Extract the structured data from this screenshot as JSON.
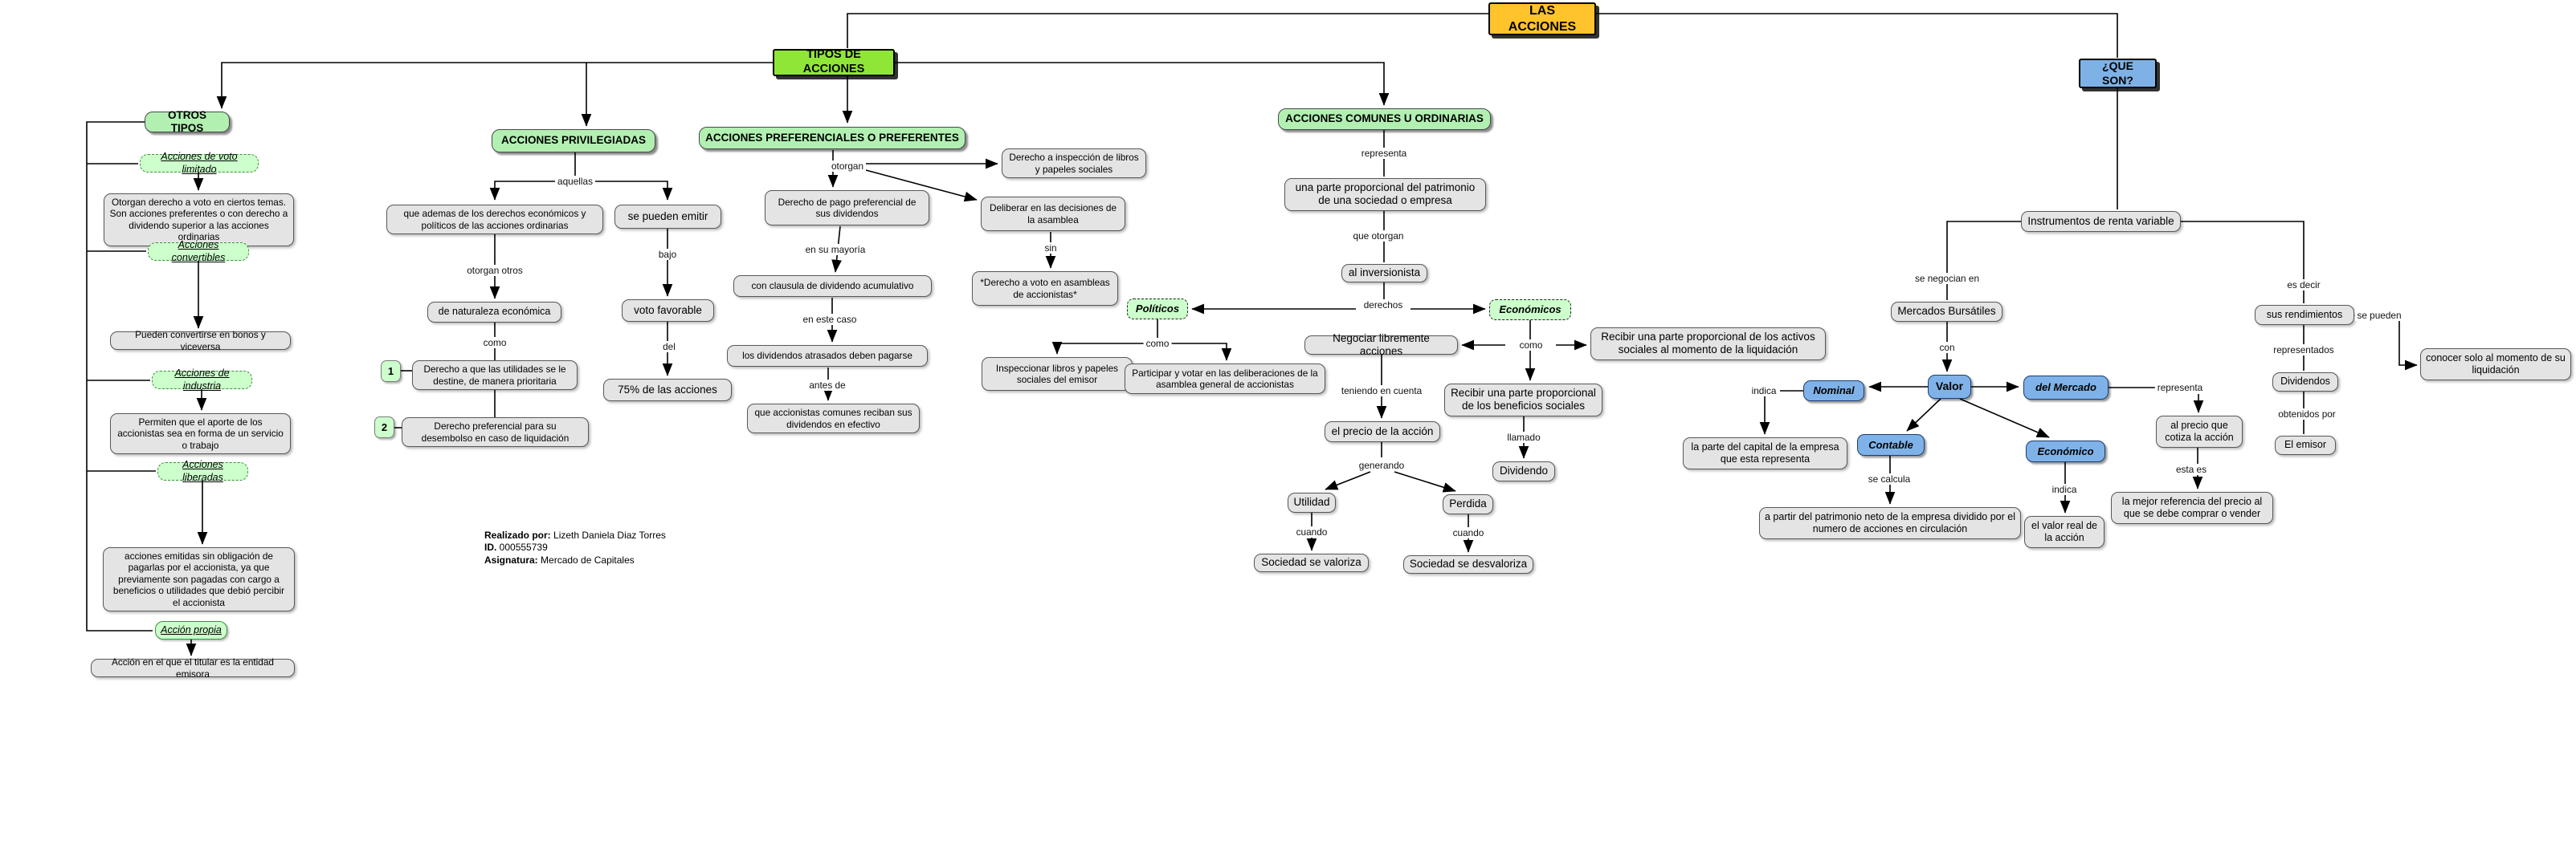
{
  "nodes": {
    "las_acciones": "LAS ACCIONES",
    "tipos": "TIPOS DE ACCIONES",
    "que_son": "¿QUE SON?",
    "otros_tipos": "OTROS TIPOS",
    "acc_privilegiadas": "ACCIONES PRIVILEGIADAS",
    "acc_preferenciales": "ACCIONES PREFERENCIALES O PREFERENTES",
    "acc_comunes": "ACCIONES COMUNES U ORDINARIAS",
    "voto_limitado": "Acciones de voto limitado",
    "otorgan_voto": "Otorgan derecho a voto en ciertos temas. Son acciones preferentes o con derecho a dividendo superior a las acciones ordinarias",
    "convertibles": "Acciones convertibles",
    "pueden_convertirse": "Pueden convertirse en bonos y viceversa",
    "industria": "Acciones de industria",
    "permiten_aporte": "Permiten que el aporte de los accionistas sea en forma de un servicio o trabajo",
    "liberadas": "Acciones liberadas",
    "emitidas": "acciones emitidas sin obligación de pagarlas por el accionista, ya que previamente son pagadas con cargo a beneficios o utilidades que debió percibir el accionista",
    "accion_propia": "Acción propia",
    "titular": "Acción en el que el titular es la entidad emisora",
    "que_ademas": "que ademas de los derechos económicos y políticos de las acciones ordinarias",
    "naturaleza": "de naturaleza económica",
    "derecho_utilidades": "Derecho a que las utilidades se le destine, de manera prioritaria",
    "derecho_preferencial": "Derecho preferencial para su desembolso en caso de liquidación",
    "se_pueden_emitir": "se pueden emitir",
    "voto_favorable": "voto favorable",
    "setenta_cinco": "75% de las acciones",
    "derecho_inspeccion": "Derecho a inspección de libros y papeles sociales",
    "derecho_pago": "Derecho de pago preferencial de sus dividendos",
    "deliberar": "Deliberar en las decisiones de la asamblea",
    "clausula": "con clausula de dividendo acumulativo",
    "voto_asambleas": "*Derecho a voto en asambleas de accionistas*",
    "atrasados": "los dividendos atrasados deben pagarse",
    "comunes_reciban": "que accionistas comunes reciban sus dividendos en efectivo",
    "inspeccionar": "Inspeccionar libros y papeles sociales del emisor",
    "participar": "Participar y votar en las deliberaciones de la asamblea general de accionistas",
    "politicos": "Políticos",
    "economicos": "Económicos",
    "parte_patrimonio": "una parte proporcional del patrimonio de una sociedad o empresa",
    "al_inversionista": "al inversionista",
    "negociar": "Negociar libremente acciones",
    "precio_accion": "el precio de la acción",
    "utilidad": "Utilidad",
    "perdida": "Perdida",
    "valoriza": "Sociedad se valoriza",
    "desvaloriza": "Sociedad se desvaloriza",
    "recibir_activos": "Recibir una parte proporcional de los activos sociales al momento de la liquidación",
    "recibir_beneficios": "Recibir una parte proporcional de los beneficios sociales",
    "dividendo": "Dividendo",
    "instrumentos": "Instrumentos de renta variable",
    "mercados": "Mercados Bursátiles",
    "valor": "Valor",
    "nominal": "Nominal",
    "del_mercado": "del Mercado",
    "contable": "Contable",
    "economico": "Económico",
    "parte_capital": "la parte del capital de la empresa que esta representa",
    "patrimonio_neto": "a partir del patrimonio neto de la empresa dividido por el numero de acciones en circulación",
    "valor_real": "el valor real de la acción",
    "precio_cotiza": "al precio que cotiza la acción",
    "mejor_referencia": "la mejor referencia del precio al que se debe comprar o vender",
    "rendimientos": "sus rendimientos",
    "dividendos": "Dividendos",
    "emisor": "El emisor",
    "conocer": "conocer solo al momento de su liquidación"
  },
  "badges": {
    "one": "1",
    "two": "2"
  },
  "labels": {
    "aquellas": "aquellas",
    "otorgan_otros": "otorgan otros",
    "como": "como",
    "bajo": "bajo",
    "del": "del",
    "otorgan": "otorgan",
    "en_su_mayoria": "en su mayoría",
    "en_este_caso": "en este caso",
    "antes_de": "antes de",
    "sin": "sin",
    "representa": "representa",
    "que_otorgan": "que otorgan",
    "derechos": "derechos",
    "teniendo": "teniendo en cuenta",
    "generando": "generando",
    "cuando": "cuando",
    "llamado": "llamado",
    "se_negocian": "se negocian en",
    "con": "con",
    "indica": "indica",
    "se_calcula": "se calcula",
    "esta_es": "esta es",
    "es_decir": "es decir",
    "se_pueden": "se pueden",
    "representados": "representados",
    "obtenidos_por": "obtenidos por"
  },
  "credits": {
    "realizado_label": "Realizado por:",
    "realizado_value": " Lizeth Daniela Diaz Torres",
    "id_label": "ID.",
    "id_value": " 000555739",
    "asignatura_label": "Asignatura:",
    "asignatura_value": " Mercado de Capitales"
  },
  "colors": {
    "title_yellow": "#ffc32b",
    "tipos_chartreuse": "#90e636",
    "que_son_blue": "#7eb2e6",
    "header_green": "#b2f0b2",
    "type_green": "#ccffcc",
    "blue_node": "#7fb2e8",
    "gray_node": "#e4e4e4"
  }
}
